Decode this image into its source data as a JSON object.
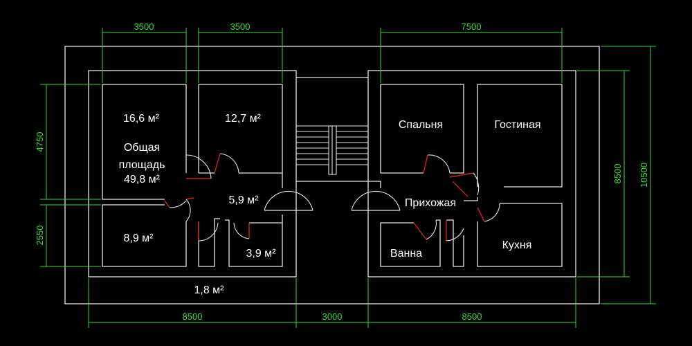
{
  "rooms": {
    "room1_area": "16,6 м²",
    "room2_area": "12,7 м²",
    "total_line1": "Общая",
    "total_line2": "площадь",
    "total_line3": "49,8 м²",
    "corridor_area": "5,9 м²",
    "room3_area": "8,9 м²",
    "bath_left_area": "3,9 м²",
    "terrace_area": "1,8 м²",
    "bedroom": "Спальня",
    "living": "Гостиная",
    "hall": "Прихожая",
    "bath": "Ванна",
    "kitchen": "Кухня"
  },
  "dimensions": {
    "top_left_1": "3500",
    "top_left_2": "3500",
    "top_right": "7500",
    "left_upper": "4750",
    "left_lower": "2550",
    "bottom_left": "8500",
    "bottom_mid": "3000",
    "bottom_right": "8500",
    "right_inner": "8500",
    "right_outer": "10500"
  },
  "colors": {
    "background": "#000000",
    "walls": "#e6e6e6",
    "dimensions": "#35e035",
    "door_leaf": "#d02020",
    "text": "#ffffff"
  }
}
